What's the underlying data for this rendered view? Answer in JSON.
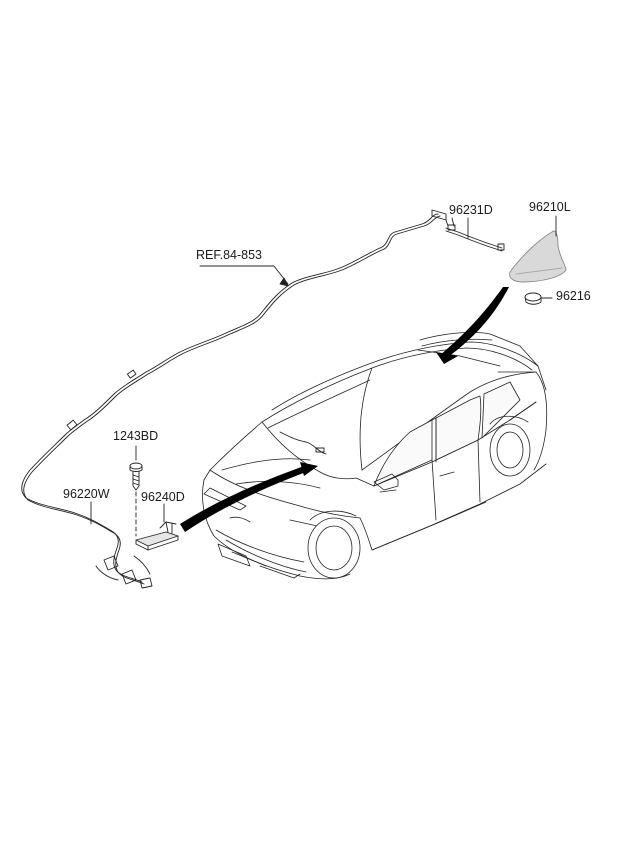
{
  "diagram": {
    "parts": [
      {
        "id": "p1",
        "number": "96231D"
      },
      {
        "id": "p2",
        "number": "96210L"
      },
      {
        "id": "p3",
        "number": "96216"
      },
      {
        "id": "p4",
        "number": "REF.84-853"
      },
      {
        "id": "p5",
        "number": "1243BD"
      },
      {
        "id": "p6",
        "number": "96220W"
      },
      {
        "id": "p7",
        "number": "96240D"
      }
    ]
  }
}
